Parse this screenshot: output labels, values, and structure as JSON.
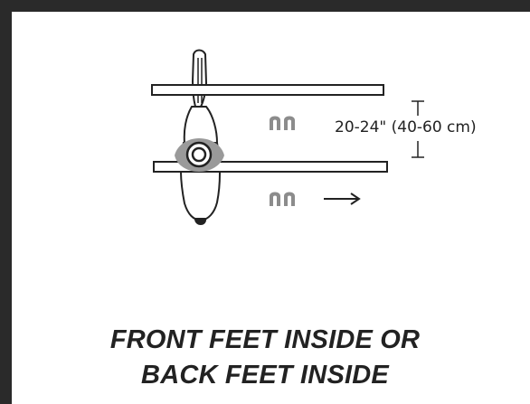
{
  "diagram": {
    "measurement": "20-24\" (40-60 cm)",
    "direction_arrow": "→",
    "icons": [
      "horse-top-view-icon",
      "hoof-prints-icon",
      "arrow-right-icon"
    ]
  },
  "caption": {
    "line1": "FRONT FEET INSIDE OR",
    "line2": "BACK FEET INSIDE"
  },
  "colors": {
    "frame": "#2a2a2a",
    "ink": "#222222",
    "hoof_prints": "#8c8c8c",
    "saddle_pad": "#9a9a9a"
  }
}
